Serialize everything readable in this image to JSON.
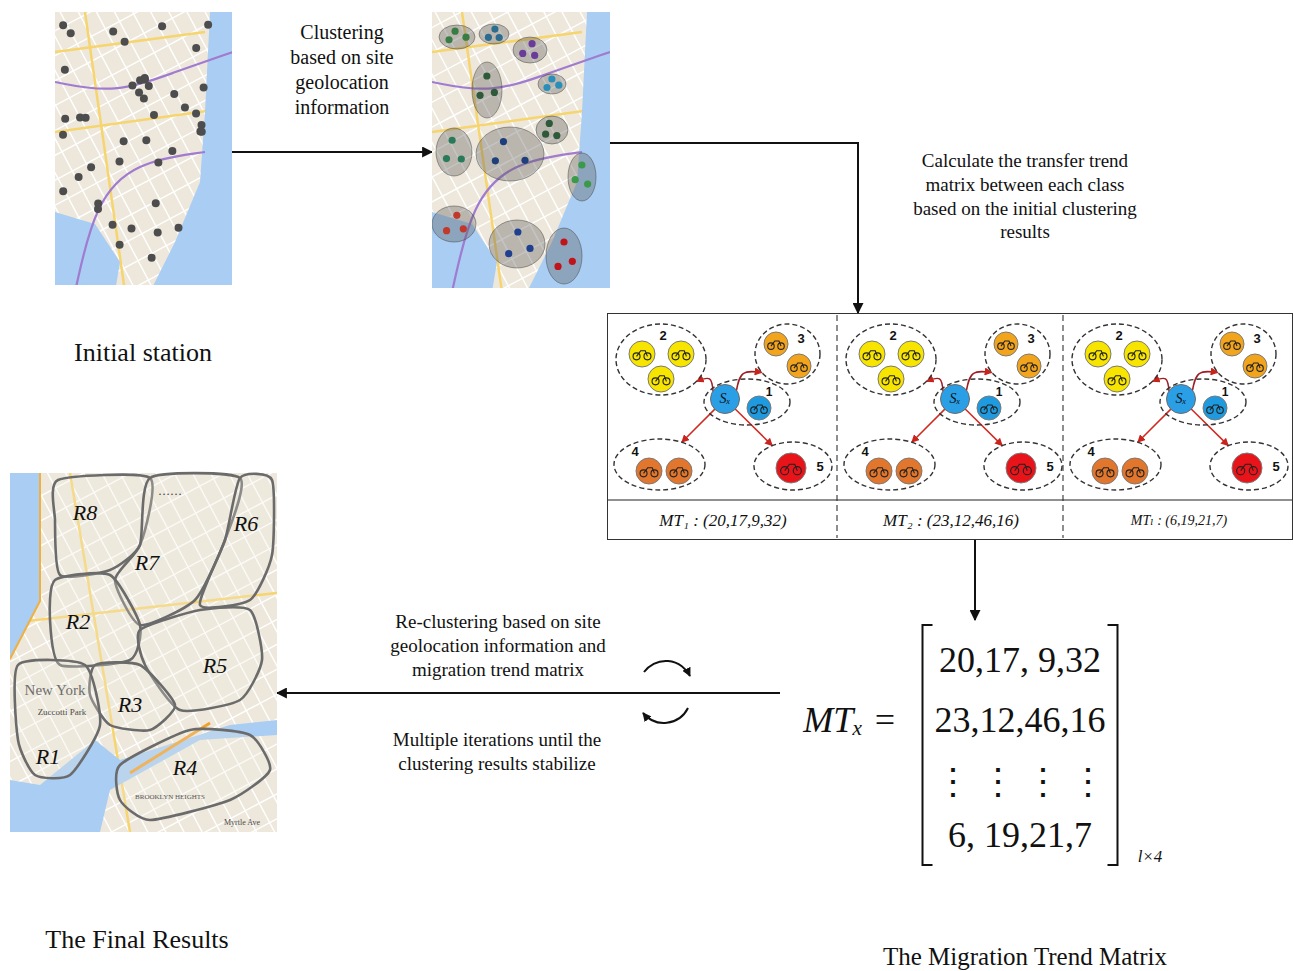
{
  "diagram": {
    "nodes": [
      {
        "text": [
          "Initial station"
        ]
      },
      {
        "text": []
      },
      {
        "text": []
      },
      {
        "text": [
          "MT₁ : (20,17,9,32)"
        ],
        "in": 2
      },
      {
        "text": [
          "2"
        ],
        "in": 3
      },
      {
        "text": [
          "3"
        ],
        "in": 3
      },
      {
        "text": [
          "1"
        ],
        "in": 3
      },
      {
        "text": [
          "Sₓ"
        ],
        "in": 6
      },
      {
        "text": [
          "4"
        ],
        "in": 3
      },
      {
        "text": [
          "5"
        ],
        "in": 3
      },
      {
        "text": [
          "MT₂ : (23,12,46,16)"
        ],
        "in": 2
      },
      {
        "text": [
          "2"
        ],
        "in": 10
      },
      {
        "text": [
          "3"
        ],
        "in": 10
      },
      {
        "text": [
          "1"
        ],
        "in": 10
      },
      {
        "text": [
          "Sₓ"
        ],
        "in": 13
      },
      {
        "text": [
          "4"
        ],
        "in": 10
      },
      {
        "text": [
          "5"
        ],
        "in": 10
      },
      {
        "text": [
          "MTₗ : (6,19,21,7)"
        ],
        "in": 2
      },
      {
        "text": [
          "2"
        ],
        "in": 17
      },
      {
        "text": [
          "3"
        ],
        "in": 17
      },
      {
        "text": [
          "1"
        ],
        "in": 17
      },
      {
        "text": [
          "Sₓ"
        ],
        "in": 20
      },
      {
        "text": [
          "4"
        ],
        "in": 17
      },
      {
        "text": [
          "5"
        ],
        "in": 17
      },
      {
        "text": [
          "MTₓ =",
          "20,17, 9,32",
          "23,12,46,16",
          "⋮ ⋮ ⋮ ⋮",
          "6, 19,21,7",
          "l×4",
          "The Migration Trend Matrix"
        ]
      },
      {
        "text": [
          "The Final Results"
        ]
      },
      {
        "text": [
          "R8"
        ],
        "in": 25
      },
      {
        "text": [
          "R7"
        ],
        "in": 25
      },
      {
        "text": [
          "R6"
        ],
        "in": 25
      },
      {
        "text": [
          "R2"
        ],
        "in": 25
      },
      {
        "text": [
          "R5"
        ],
        "in": 25
      },
      {
        "text": [
          "R3"
        ],
        "in": 25
      },
      {
        "text": [
          "R1"
        ],
        "in": 25
      },
      {
        "text": [
          "R4"
        ],
        "in": 25
      }
    ],
    "edges": [
      {
        "from": 0,
        "to": 1,
        "arrow": "to",
        "label": "Clustering based on site geolocation information"
      },
      {
        "from": 1,
        "to": 2,
        "arrow": "to",
        "label": "Calculate the transfer trend matrix between each class based on the initial clustering results"
      },
      {
        "from": 2,
        "to": 24,
        "arrow": "to"
      },
      {
        "from": 24,
        "to": 25,
        "arrow": "to",
        "label": "Re-clustering based on site geolocation information and migration trend matrix"
      },
      {
        "from": 7,
        "to": 4,
        "arrow": "to"
      },
      {
        "from": 7,
        "to": 5,
        "arrow": "to"
      },
      {
        "from": 7,
        "to": 8,
        "arrow": "to"
      },
      {
        "from": 7,
        "to": 9,
        "arrow": "to"
      },
      {
        "from": 14,
        "to": 11,
        "arrow": "to"
      },
      {
        "from": 14,
        "to": 12,
        "arrow": "to"
      },
      {
        "from": 14,
        "to": 15,
        "arrow": "to"
      },
      {
        "from": 14,
        "to": 16,
        "arrow": "to"
      },
      {
        "from": 21,
        "to": 18,
        "arrow": "to"
      },
      {
        "from": 21,
        "to": 19,
        "arrow": "to"
      },
      {
        "from": 21,
        "to": 22,
        "arrow": "to"
      },
      {
        "from": 21,
        "to": 23,
        "arrow": "to"
      }
    ],
    "labels": [
      "Multiple iterations until the clustering results stabilize",
      "……",
      "New York",
      "Zuccotti Park",
      "BROOKLYN HEIGHTS",
      "Myrtle Ave"
    ]
  }
}
